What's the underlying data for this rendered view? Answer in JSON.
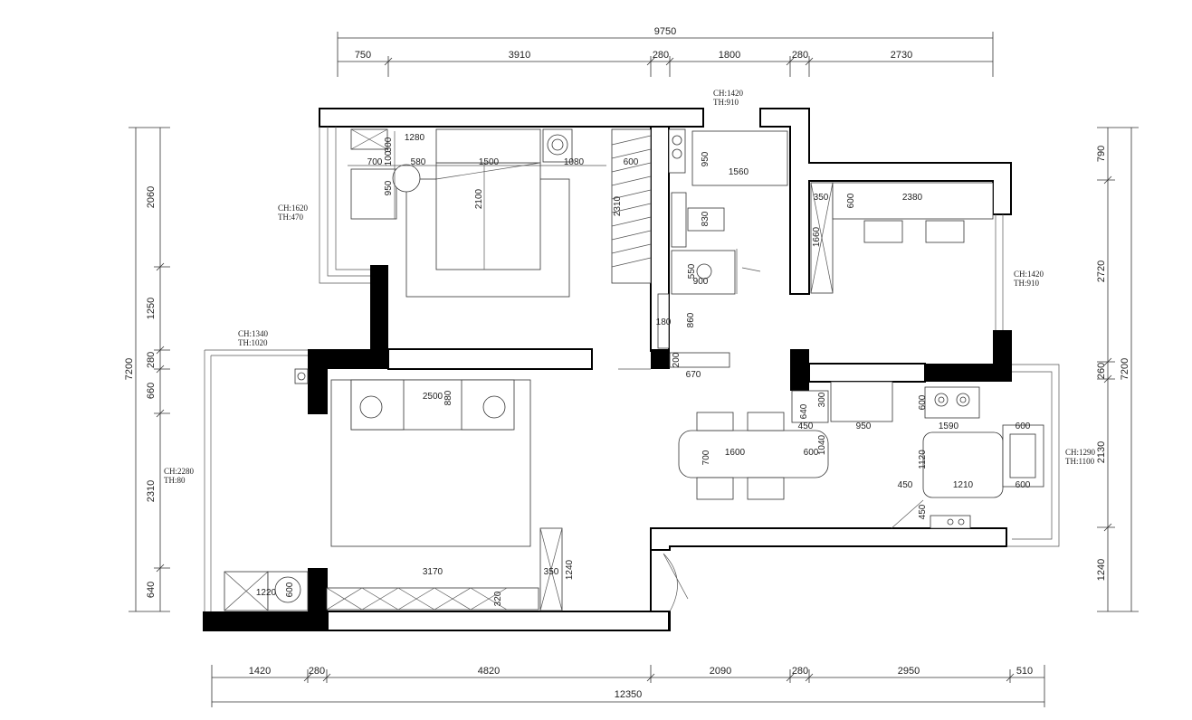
{
  "plan": {
    "top_overall": "9750",
    "top_segments": [
      "750",
      "3910",
      "280",
      "1800",
      "280",
      "2730"
    ],
    "bottom_overall": "12350",
    "bottom_segments": [
      "1420",
      "280",
      "4820",
      "2090",
      "280",
      "2950",
      "510"
    ],
    "left_overall": "7200",
    "left_segments": [
      "2060",
      "1250",
      "280",
      "660",
      "2310",
      "640"
    ],
    "right_overall": "7200",
    "right_segments": [
      "790",
      "2720",
      "260",
      "2130",
      "1240"
    ],
    "window_notes": [
      {
        "ch": "CH:1420",
        "th": "TH:910"
      },
      {
        "ch": "CH:1620",
        "th": "TH:470"
      },
      {
        "ch": "CH:1340",
        "th": "TH:1020"
      },
      {
        "ch": "CH:1420",
        "th": "TH:910"
      },
      {
        "ch": "CH:2280",
        "th": "TH:80"
      },
      {
        "ch": "CH:1290",
        "th": "TH:1100"
      }
    ],
    "labels": {
      "bed_300": "300",
      "bed_100": "100",
      "bed_1280": "1280",
      "bed_700": "700",
      "bed_580": "580",
      "bed_1500": "1500",
      "bed_1080": "1080",
      "bed_600": "600",
      "bed_950": "950",
      "bed_2100": "2100",
      "bed_2310": "2310",
      "bath_950": "950",
      "bath_1560": "1560",
      "bath_830": "830",
      "bath_550": "550",
      "bath_900": "900",
      "hall_180": "180",
      "hall_860": "860",
      "hall_200": "200",
      "hall_670": "670",
      "study_350": "350",
      "study_600": "600",
      "study_2380": "2380",
      "study_1660": "1660",
      "liv_2500": "2500",
      "liv_880": "880",
      "liv_3170": "3170",
      "liv_350": "350",
      "liv_1240": "1240",
      "liv_320": "320",
      "liv_1220": "1220",
      "liv_600": "600",
      "din_300": "300",
      "din_640": "640",
      "din_450": "450",
      "din_1600": "1600",
      "din_600": "600",
      "din_1040": "1040",
      "din_700": "700",
      "kit_600": "600",
      "kit_950": "950",
      "kit_1590": "1590",
      "kit_600b": "600",
      "kit_1120": "1120",
      "kit_450": "450",
      "kit_1210": "1210",
      "kit_600c": "600",
      "kit_450b": "450"
    }
  }
}
